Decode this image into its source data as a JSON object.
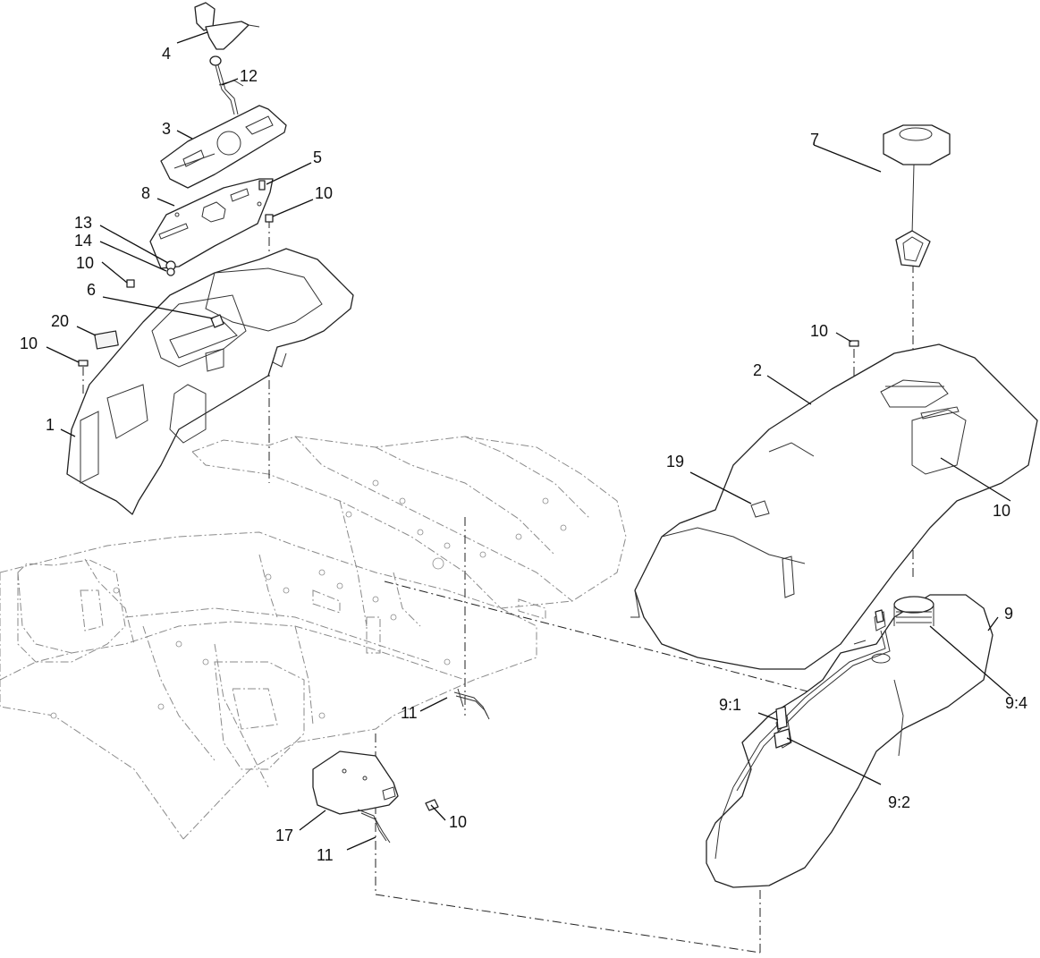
{
  "diagram": {
    "callouts": {
      "c4": "4",
      "c12": "12",
      "c3": "3",
      "c5": "5",
      "c8": "8",
      "c10_a": "10",
      "c13": "13",
      "c14": "14",
      "c10_b": "10",
      "c6": "6",
      "c20": "20",
      "c10_c": "10",
      "c1": "1",
      "c7": "7",
      "c10_d": "10",
      "c2": "2",
      "c19": "19",
      "c10_e": "10",
      "c9": "9",
      "c9_4": "9:4",
      "c9_1": "9:1",
      "c9_2": "9:2",
      "c11_a": "11",
      "c17": "17",
      "c10_f": "10",
      "c11_b": "11"
    }
  },
  "colors": {
    "line": "#222222",
    "phantom": "#8a8a8a",
    "background": "#ffffff"
  }
}
